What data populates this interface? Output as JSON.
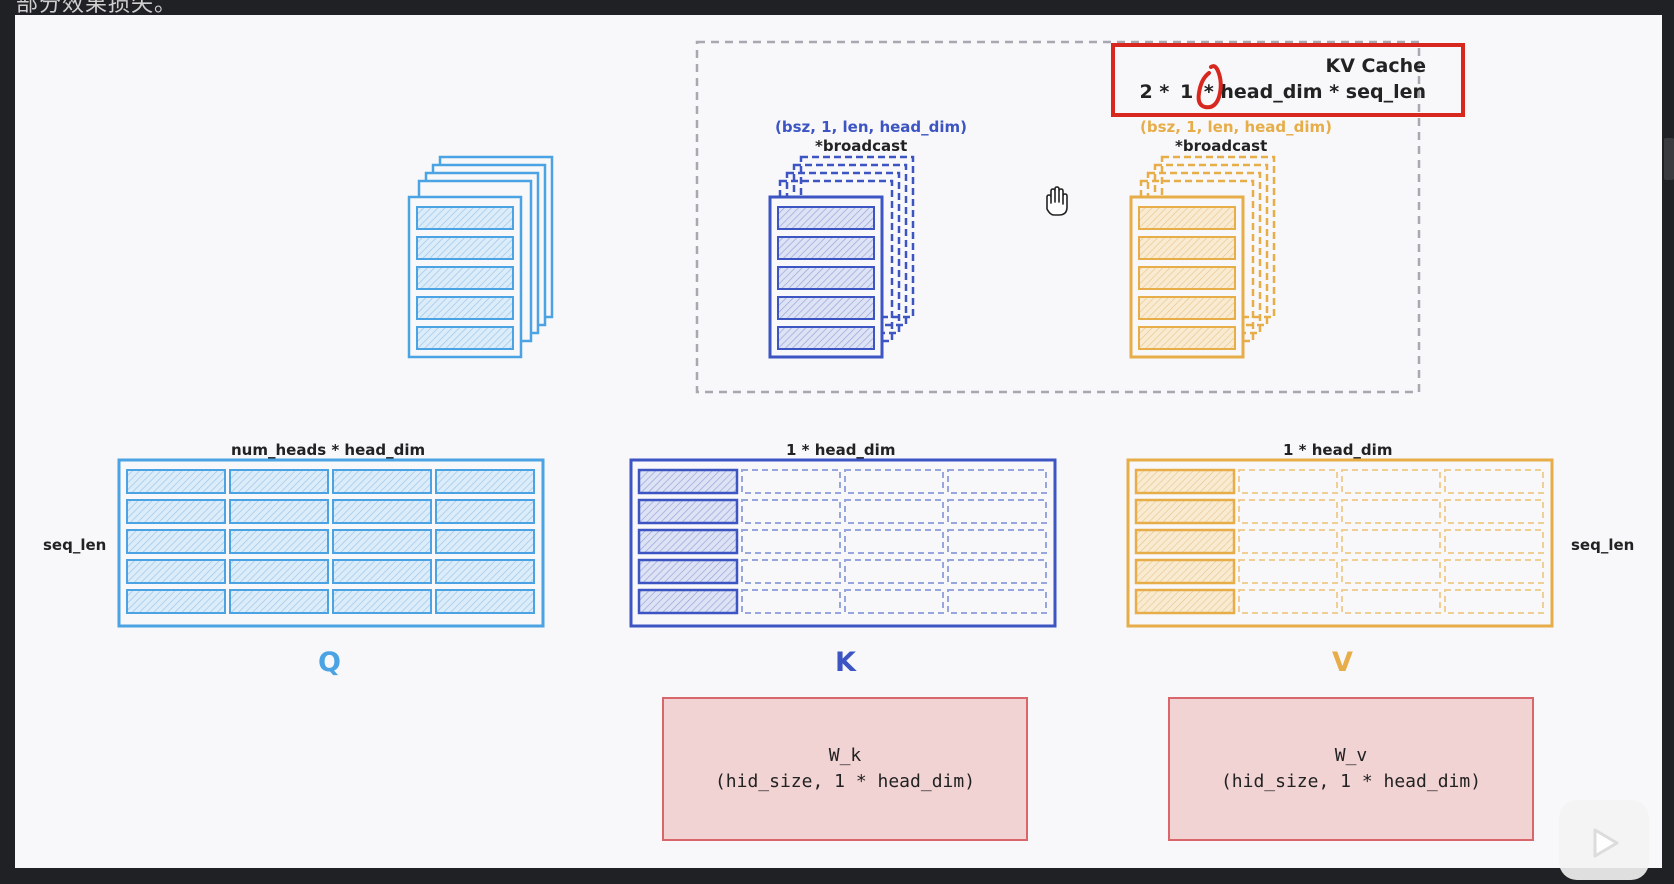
{
  "top_caption": "部分效果损失。",
  "kv_cache": {
    "title": "KV Cache",
    "formula_pre": "2 *",
    "annotated_digit": "1",
    "formula_post": "* head_dim * seq_len"
  },
  "k_stack": {
    "shape": "(bsz, 1, len, head_dim)",
    "note": "*broadcast"
  },
  "v_stack": {
    "shape": "(bsz, 1, len, head_dim)",
    "note": "*broadcast"
  },
  "q_matrix": {
    "top_label": "num_heads * head_dim",
    "side_label": "seq_len",
    "name": "Q"
  },
  "k_matrix": {
    "top_label": "1 * head_dim",
    "name": "K"
  },
  "v_matrix": {
    "top_label": "1 * head_dim",
    "side_label": "seq_len",
    "name": "V"
  },
  "w_k": {
    "name": "W_k",
    "shape": "(hid_size, 1 * head_dim)"
  },
  "w_v": {
    "name": "W_v",
    "shape": "(hid_size, 1 * head_dim)"
  },
  "colors": {
    "q": "#4ba3e3",
    "k": "#3c55c2",
    "v": "#e6ad48",
    "weight_fill": "#f2d3d4",
    "weight_border": "#d8666a",
    "highlight": "#d7271e"
  }
}
